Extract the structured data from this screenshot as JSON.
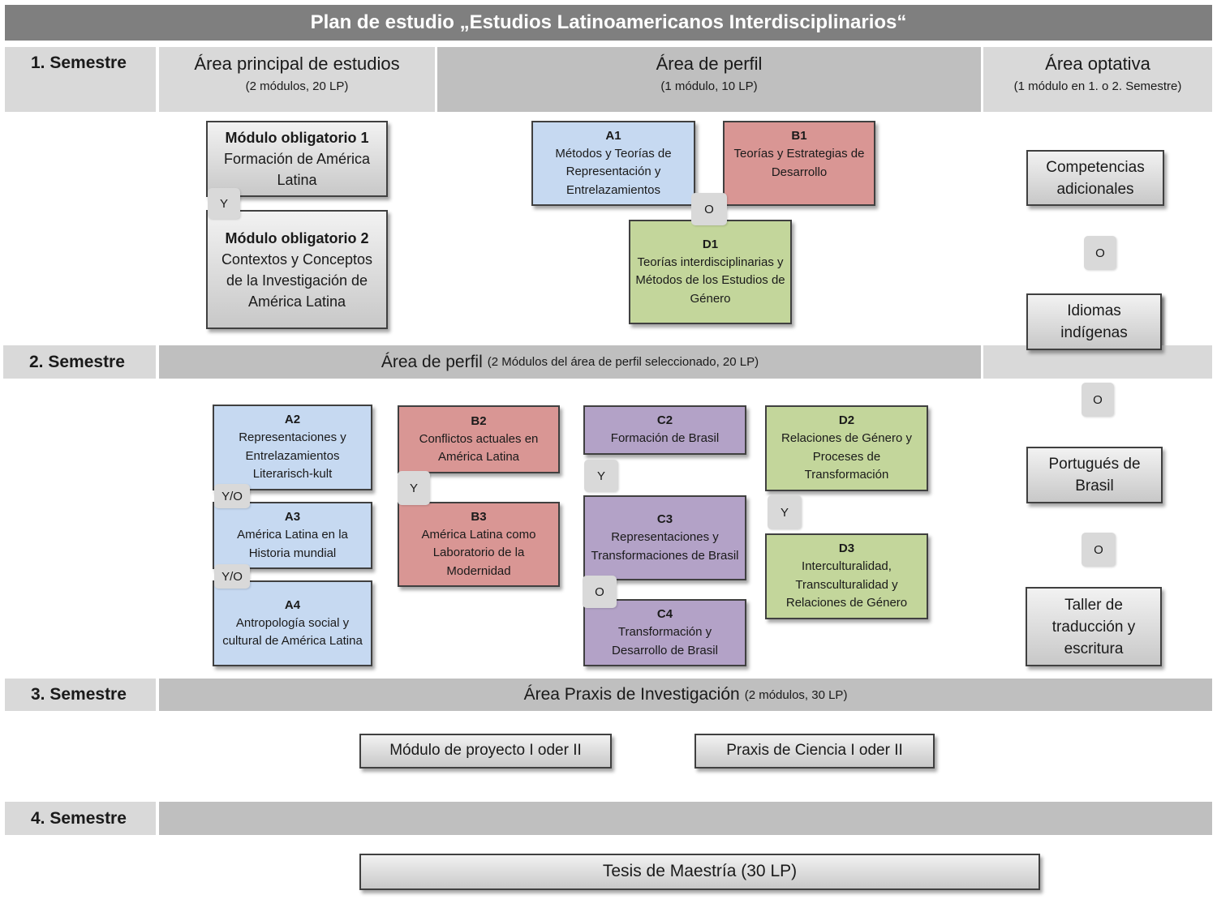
{
  "title": "Plan de estudio „Estudios Latinoamericanos Interdisciplinarios“",
  "semesters": {
    "s1": "1. Semestre",
    "s2": "2. Semestre",
    "s3": "3. Semestre",
    "s4": "4. Semestre"
  },
  "headers": {
    "principal": {
      "title": "Área principal de estudios",
      "sub": "(2 módulos, 20 LP)"
    },
    "perfil": {
      "title": "Área  de perfil",
      "sub": "(1 módulo, 10 LP)"
    },
    "optativa": {
      "title": "Área optativa",
      "sub": "(1 módulo en 1. o 2. Semestre)"
    },
    "perfil2": {
      "title": "Área de perfil",
      "sub": "(2 Módulos del área de perfil seleccionado, 20 LP)"
    },
    "praxis": {
      "title": "Área Praxis de Investigación",
      "sub": "(2 módulos, 30 LP)"
    }
  },
  "modules": {
    "mo1": {
      "code": "Módulo obligatorio 1",
      "text": "Formación de América Latina"
    },
    "mo2": {
      "code": "Módulo obligatorio 2",
      "text": "Contextos y Conceptos  de la Investigación de América Latina"
    },
    "a1": {
      "code": "A1",
      "text": "Métodos y Teorías de Representación y Entrelazamientos"
    },
    "b1": {
      "code": "B1",
      "text": "Teorías y Estrategias de Desarrollo"
    },
    "d1": {
      "code": "D1",
      "text": "Teorías interdisciplinarias y Métodos de los Estudios de Género"
    },
    "a2": {
      "code": "A2",
      "text": "Representaciones y Entrelazamientos Literarisch-kult"
    },
    "a3": {
      "code": "A3",
      "text": "América Latina en la Historia mundial"
    },
    "a4": {
      "code": "A4",
      "text": "Antropología social y cultural de América Latina"
    },
    "b2": {
      "code": "B2",
      "text": "Conflictos actuales en América Latina"
    },
    "b3": {
      "code": "B3",
      "text": "América Latina como Laboratorio de la Modernidad"
    },
    "c2": {
      "code": "C2",
      "text": "Formación de Brasil"
    },
    "c3": {
      "code": "C3",
      "text": "Representaciones y Transformaciones de Brasil"
    },
    "c4": {
      "code": "C4",
      "text": "Transformación y Desarrollo de Brasil"
    },
    "d2": {
      "code": "D2",
      "text": "Relaciones de Género y Proceses de Transformación"
    },
    "d3": {
      "code": "D3",
      "text": "Interculturalidad, Transculturalidad y Relaciones de Género"
    },
    "opt1": {
      "text": "Competencias adicionales"
    },
    "opt2": {
      "text": "Idiomas indígenas"
    },
    "opt3": {
      "text": "Portugués de Brasil"
    },
    "opt4": {
      "text": "Taller de traducción y escritura"
    },
    "proyecto": {
      "text": "Módulo de proyecto I oder II"
    },
    "ciencia": {
      "text": "Praxis de Ciencia I oder II"
    },
    "tesis": {
      "text": "Tesis de Maestría (30 LP)"
    }
  },
  "connectors": {
    "y": "Y",
    "o": "O",
    "yo": "Y/O"
  },
  "colors": {
    "title_bar": "#7f7f7f",
    "header": "#bfbfbf",
    "header_light": "#d9d9d9",
    "blue": "#c6d9f1",
    "red": "#d99694",
    "green": "#c3d69b",
    "purple": "#b3a2c7",
    "grey": "#d9d9d9"
  }
}
